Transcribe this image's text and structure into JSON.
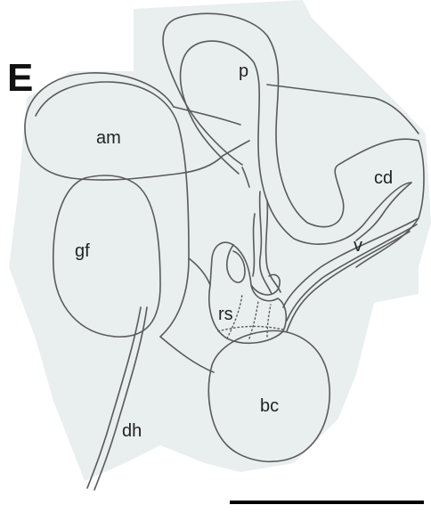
{
  "panel": {
    "letter": "E"
  },
  "labels": {
    "p": "p",
    "am": "am",
    "cd": "cd",
    "gf": "gf",
    "v": "v",
    "rs": "rs",
    "bc": "bc",
    "dh": "dh"
  },
  "colors": {
    "paper": "#e9eeef",
    "line": "#5a5a5a",
    "scale_bar": "#000000"
  },
  "scale_bar": {
    "present": true
  }
}
